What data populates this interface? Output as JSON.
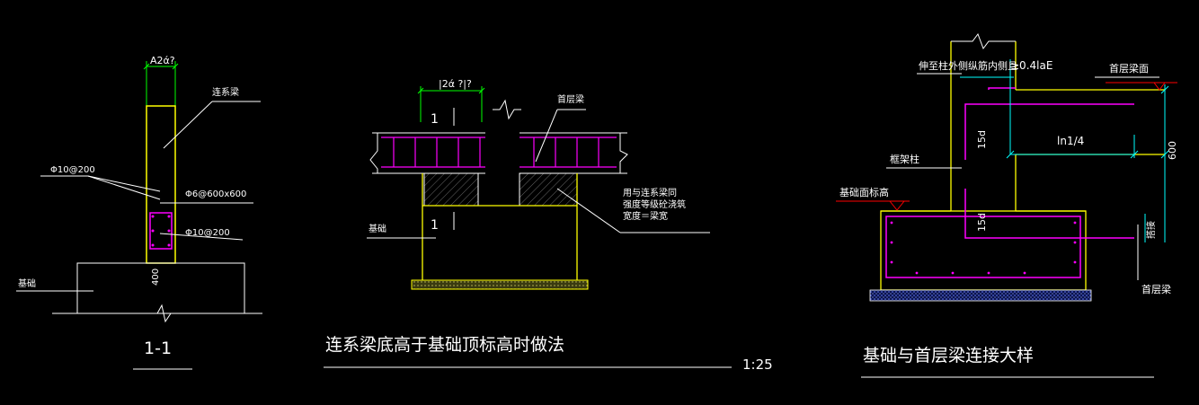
{
  "colors": {
    "background": "#000000",
    "concrete_outline": "#ffff00",
    "rebar": "#ff00ff",
    "dimension": "#00ffff",
    "dimension_alt": "#00ff00",
    "leader": "#ffffff",
    "level_marker": "#ff0000",
    "gravel_pad": "#1a2a8c"
  },
  "section_1_1": {
    "dim_width": "A2ά?",
    "beam_label": "连系梁",
    "stirrup_label": "Φ10@200",
    "tie_label": "Φ6@600x600",
    "stirrup_label_2": "Φ10@200",
    "base_dim": "400",
    "foundation_label": "基础",
    "title": "1-1"
  },
  "middle": {
    "dim_top": "|2ά ?|?",
    "beam_label": "首层梁",
    "note_line1": "用与连系梁同",
    "note_line2": "强度等级砼浇筑",
    "note_line3": "宽度＝梁宽",
    "foundation_label": "基础",
    "cut_mark_left": "1",
    "cut_mark_right": "1",
    "title": "连系梁底高于基础顶标高时做法",
    "scale": "1:25"
  },
  "detail": {
    "column_note": "伸至柱外侧纵筋内侧且",
    "anchor_len": "≥0.4laE",
    "first_beam_top": "首层梁面",
    "frame_column": "框架柱",
    "foundation_top": "基础面标高",
    "ln": "ln1/4",
    "dim_600": "600",
    "hook_upper": "15d",
    "hook_lower": "15d",
    "overlap": "搭接",
    "first_beam": "首层梁",
    "title": "基础与首层梁连接大样"
  }
}
